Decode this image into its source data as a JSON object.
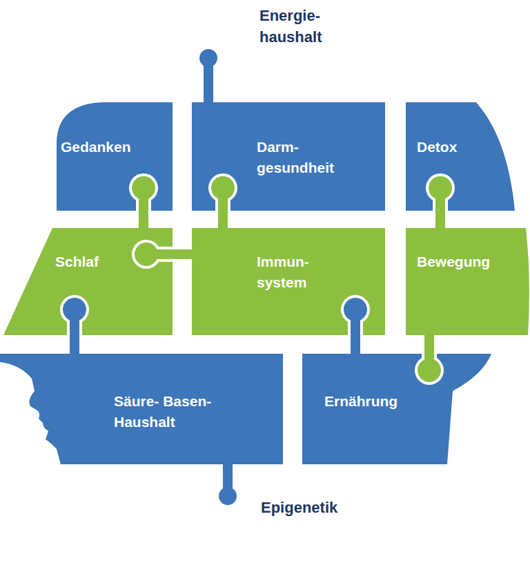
{
  "diagram": {
    "nodes": [
      {
        "text": [
          "Gedanken"
        ]
      },
      {
        "text": [
          "Darm- gesundheit"
        ]
      },
      {
        "text": [
          "Detox"
        ]
      },
      {
        "text": [
          "Schlaf"
        ]
      },
      {
        "text": [
          "Immun- system"
        ]
      },
      {
        "text": [
          "Bewegung"
        ]
      },
      {
        "text": [
          "Säure- Basen- Haushalt"
        ]
      },
      {
        "text": [
          "Ernährung"
        ]
      }
    ],
    "labels": [
      "Energie- haushalt",
      "Epigenetik"
    ]
  }
}
